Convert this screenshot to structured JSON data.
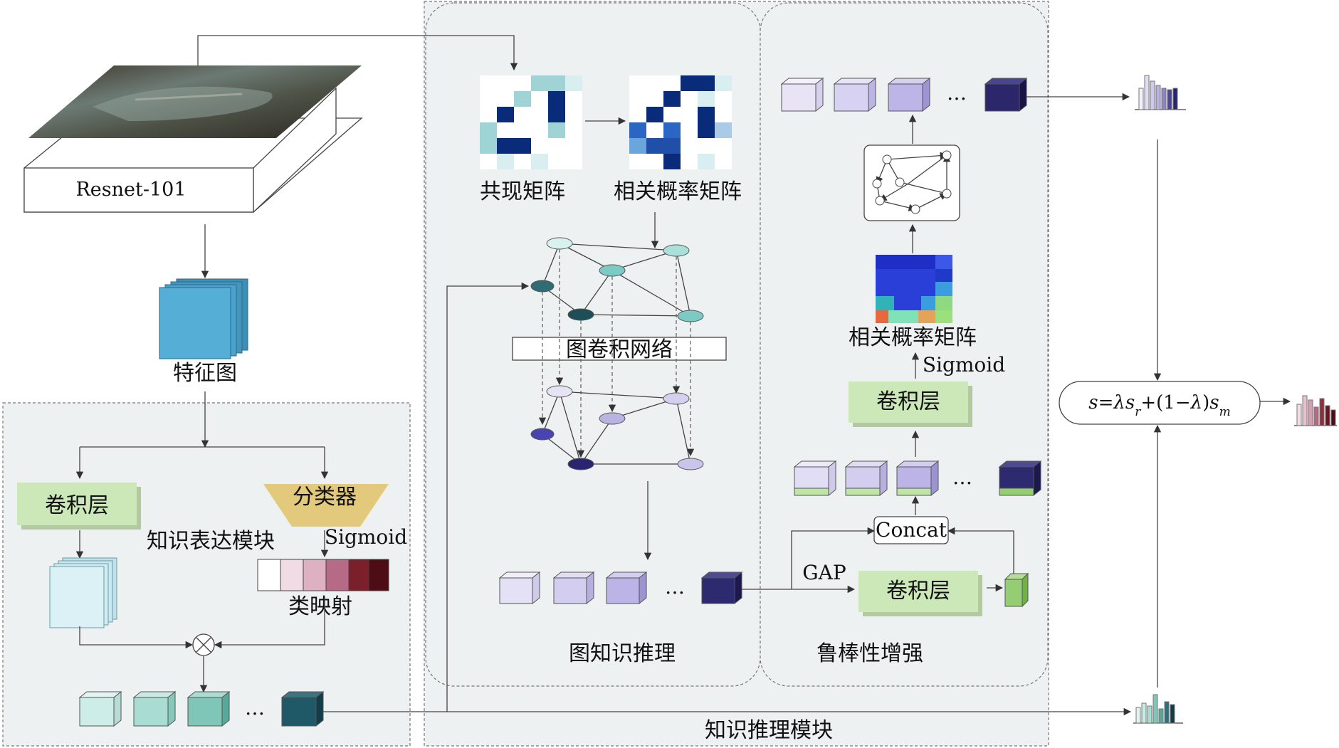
{
  "backbone": {
    "label": "Resnet-101"
  },
  "feature_map": {
    "label": "特征图"
  },
  "knowledge_expression": {
    "title": "知识表达模块",
    "conv_label": "卷积层",
    "classifier_label": "分类器",
    "sigmoid_label": "Sigmoid",
    "class_map_label": "类映射",
    "ellipsis": "…"
  },
  "graph_reasoning": {
    "cooccurrence_label": "共现矩阵",
    "correlation_label": "相关概率矩阵",
    "gcn_label": "图卷积网络",
    "title": "图知识推理",
    "ellipsis": "…"
  },
  "robustness": {
    "title": "鲁棒性增强",
    "correlation_label": "相关概率矩阵",
    "sigmoid_label": "Sigmoid",
    "conv_top_label": "卷积层",
    "conv_bottom_label": "卷积层",
    "concat_label": "Concat",
    "gap_label": "GAP",
    "ellipsis": "…"
  },
  "reasoning_module": {
    "title": "知识推理模块"
  },
  "fusion": {
    "formula": "s=λs_r+(1−λ)s_m"
  },
  "colors": {
    "panel_bg": "#eef1f1",
    "conv_green": "#cde8b8",
    "classifier_gold": "#e2c97c",
    "feature_blue": "#4aa3cc"
  }
}
